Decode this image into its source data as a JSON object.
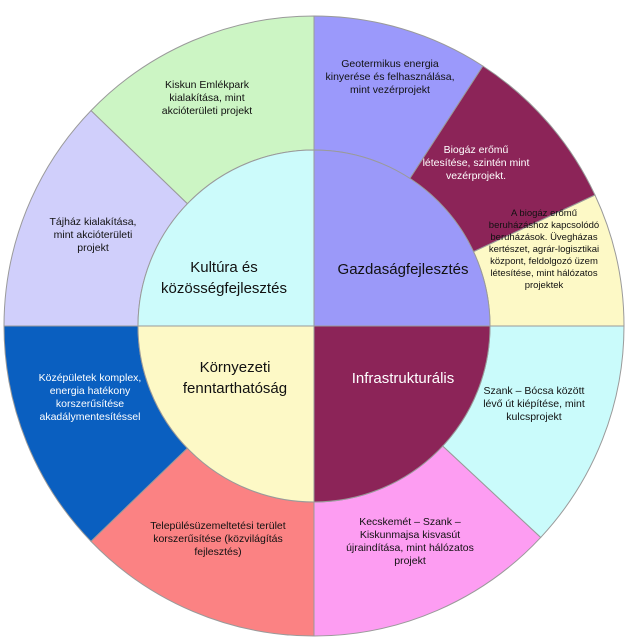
{
  "colors": {
    "outline": "#9a9a9a",
    "green": "#ccf5c4",
    "lavender": "#d0cffb",
    "blue": "#0a5fc0",
    "salmon": "#fb8283",
    "pink": "#fd9df2",
    "cyan": "#cafbfb",
    "cream": "#fdf9c6",
    "maroon": "#8c2458",
    "periwinkle": "#9b99fb",
    "inner_cyan": "#ccfbfb",
    "inner_periwinkle": "#9b99f9",
    "inner_cream": "#fdf9c6",
    "inner_maroon": "#8c2458"
  },
  "quadrants": {
    "culture": "Kultúra és közösségfejlesztés",
    "economy": "Gazdaságfejlesztés",
    "environment": "Környezeti fenntarthatóság",
    "infrastructure": "Infrastrukturális"
  },
  "segments": {
    "emlekpark": "Kiskun Emlékpark kialakítása, mint akcióterületi projekt",
    "geotermikus": "Geotermikus energia kinyerése és felhasználása, mint vezérprojekt",
    "biogaz": "Biogáz erőmű létesítése, szintén mint vezérprojekt.",
    "beruhazasok": "A biogáz erőmű beruházáshoz kapcsolódó beruházások. Üvegházas kertészet, agrár-logisztikai központ, feldolgozó üzem létesítése, mint hálózatos projektek",
    "tajhaz": "Tájház kialakítása, mint akcióterületi projekt",
    "kozepuletek": "Középületek komplex, energia hatékony korszerűsítése akadálymentesítéssel",
    "szank_bocsa": "Szank – Bócsa között lévő út kiépítése, mint kulcsprojekt",
    "telepules": "Településüzemeltetési terület korszerűsítése (közvilágítás fejlesztés)",
    "kisvasut": "Kecskemét – Szank – Kiskunmajsa kisvasút újraindítása, mint hálózatos projekt"
  }
}
